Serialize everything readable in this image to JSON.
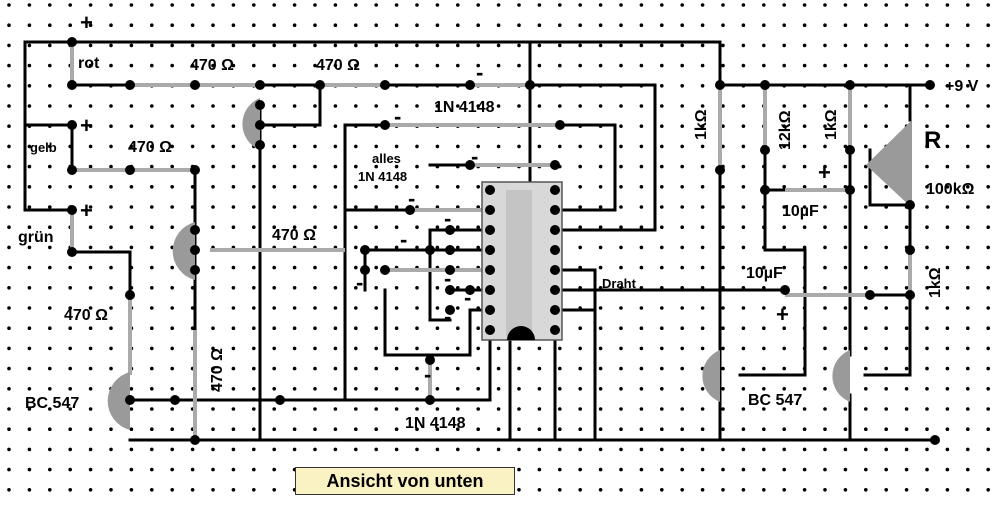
{
  "labels": {
    "rot": "rot",
    "gelb": "gelb",
    "gruen": "grün",
    "r470": "470 Ω",
    "diode": "1N 4148",
    "alles_line1": "alles",
    "alles_line2": "1N 4148",
    "bc547": "BC 547",
    "r1k": "1kΩ",
    "r12k": "12kΩ",
    "cap10u": "10µF",
    "pot": "100kΩ",
    "pot_letter": "R",
    "supply": "+9 V",
    "draht": "Draht",
    "plus": "+",
    "minus": "-",
    "caption": "Ansicht von unten"
  },
  "colors": {
    "wire": "#000000",
    "resistor": "#aaaaaa",
    "transistor": "#9a9a9a",
    "ic_body": "#d0d0d0",
    "caption_bg": "#fbf2c4",
    "grid_dot": "#000000"
  }
}
